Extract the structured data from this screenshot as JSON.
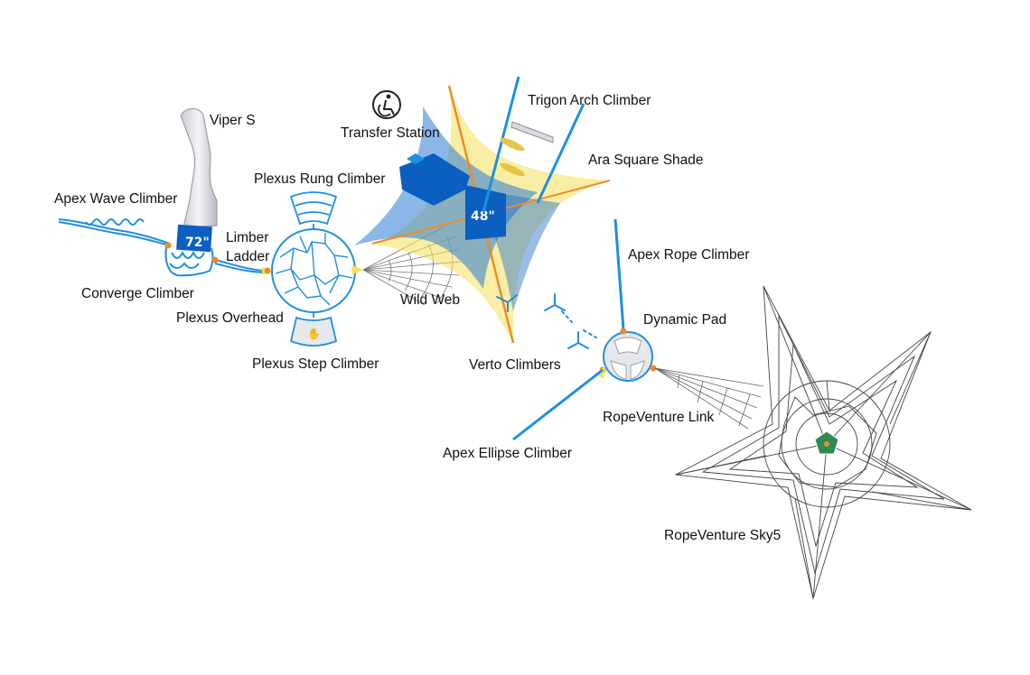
{
  "diagram": {
    "labels": {
      "viper_s": "Viper S",
      "apex_wave_climber": "Apex Wave Climber",
      "limber_ladder_line1": "Limber",
      "limber_ladder_line2": "Ladder",
      "converge_climber": "Converge Climber",
      "plexus_rung_climber": "Plexus Rung Climber",
      "plexus_overhead": "Plexus Overhead",
      "plexus_step_climber": "Plexus Step Climber",
      "transfer_station": "Transfer Station",
      "wild_web": "Wild Web",
      "trigon_arch_climber": "Trigon Arch Climber",
      "ara_square_shade": "Ara Square Shade",
      "apex_rope_climber": "Apex Rope Climber",
      "dynamic_pad": "Dynamic Pad",
      "verto_climbers": "Verto Climbers",
      "ropeventure_link": "RopeVenture Link",
      "apex_ellipse_climber": "Apex Ellipse Climber",
      "ropeventure_sky5": "RopeVenture Sky5"
    },
    "heights": {
      "slide_deck": "72\"",
      "main_deck": "48\""
    },
    "icons": [
      "accessibility-icon"
    ],
    "colors": {
      "blue": "#1f8fe0",
      "dark_blue": "#0a5fc0",
      "light_blue": "#5aa0dc",
      "yellow": "#f4e05a",
      "orange": "#f08a24",
      "rope": "#555555",
      "green": "#2d8a50"
    }
  }
}
